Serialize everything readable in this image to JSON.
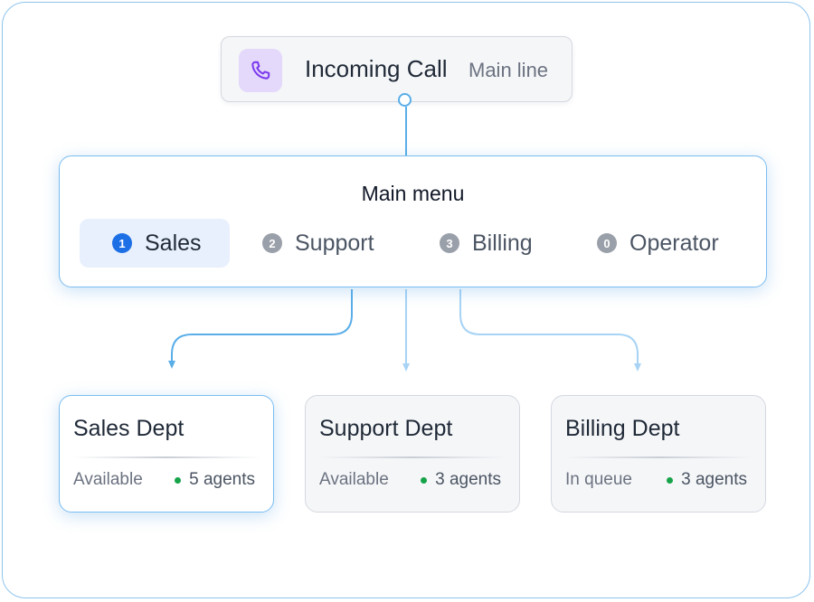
{
  "colors": {
    "accent": "#1d6fe6",
    "connector": "#5aaee8",
    "connector_light": "#a7d3f5",
    "call_icon_bg": "#e4d8fb",
    "call_icon": "#7c3aed",
    "available_dot": "#16a34a"
  },
  "call": {
    "icon": "phone-icon",
    "title": "Incoming Call",
    "subtitle": "Main line"
  },
  "menu": {
    "title": "Main menu",
    "options": [
      {
        "key": "1",
        "label": "Sales",
        "active": true
      },
      {
        "key": "2",
        "label": "Support",
        "active": false
      },
      {
        "key": "3",
        "label": "Billing",
        "active": false
      },
      {
        "key": "0",
        "label": "Operator",
        "active": false
      }
    ]
  },
  "departments": [
    {
      "name": "Sales Dept",
      "status": "Available",
      "agents": "5 agents",
      "selected": true
    },
    {
      "name": "Support Dept",
      "status": "Available",
      "agents": "3 agents",
      "selected": false
    },
    {
      "name": "Billing Dept",
      "status": "In queue",
      "agents": "3 agents",
      "selected": false
    }
  ]
}
